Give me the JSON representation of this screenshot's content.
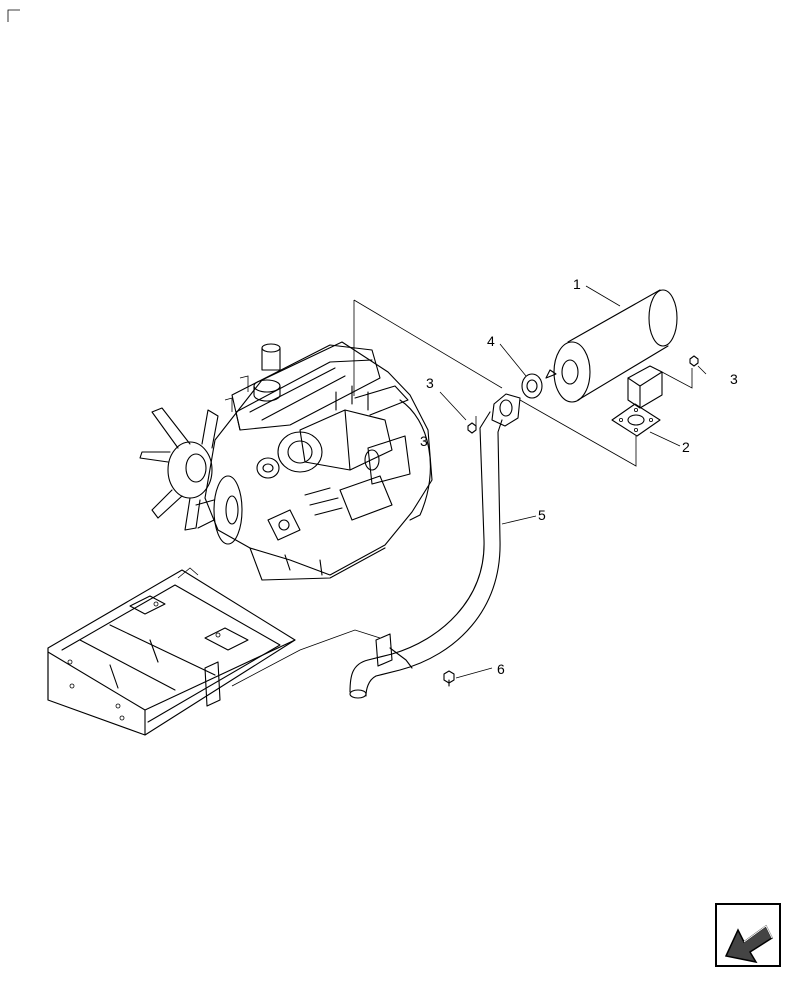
{
  "callouts": [
    {
      "id": "callout-1",
      "label": "1"
    },
    {
      "id": "callout-2",
      "label": "2"
    },
    {
      "id": "callout-3a",
      "label": "3"
    },
    {
      "id": "callout-3b",
      "label": "3"
    },
    {
      "id": "callout-3c",
      "label": "3"
    },
    {
      "id": "callout-4",
      "label": "4"
    },
    {
      "id": "callout-5",
      "label": "5"
    },
    {
      "id": "callout-6",
      "label": "6"
    }
  ],
  "parts": {
    "muffler": "muffler",
    "gasket_square": "gasket",
    "nut": "nut",
    "gasket_round": "gasket",
    "exhaust_pipe": "exhaust-pipe",
    "bolt": "bolt"
  },
  "icons": {
    "corner_mark": "corner-mark-icon",
    "previous_page": "arrow-back-icon"
  }
}
